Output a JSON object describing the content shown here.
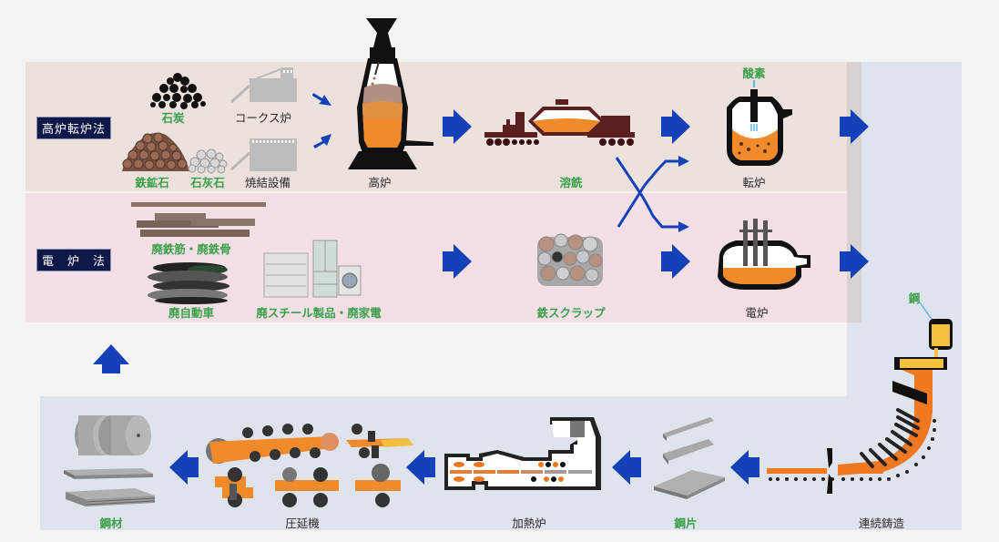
{
  "title": "製鉄プロセス",
  "colors": {
    "arrow": "#1440b8",
    "material_label": "#3aa04a",
    "process_label": "#2a2a2a",
    "molten": "#f08a2a",
    "method_label_bg": "#101848",
    "band_blast_furnace": "#ece1dc",
    "band_electric_furnace": "#f5dfe6",
    "band_downstream": "#dfe3ec"
  },
  "methods": {
    "blast_furnace_converter": "高炉転炉法",
    "electric_furnace": "電　炉　法"
  },
  "blast_furnace_route": {
    "materials": {
      "coal": "石炭",
      "iron_ore": "鉄鉱石",
      "limestone": "石灰石"
    },
    "facilities": {
      "coke_oven": "コークス炉",
      "sintering": "焼結設備",
      "blast_furnace": "高炉",
      "converter": "転炉"
    },
    "products": {
      "molten_iron": "溶銑",
      "oxygen": "酸素"
    }
  },
  "electric_furnace_route": {
    "materials": {
      "rebar_scrap": "廃鉄筋・廃鉄骨",
      "scrap_cars": "廃自動車",
      "scrap_appliances": "廃スチール製品・廃家電",
      "iron_scrap": "鉄スクラップ"
    },
    "facilities": {
      "electric_furnace": "電炉"
    }
  },
  "downstream": {
    "steel": "鋼",
    "continuous_casting": "連続鋳造",
    "billet": "鋼片",
    "reheating_furnace": "加熱炉",
    "rolling_mill": "圧延機",
    "steel_products": "鋼材"
  }
}
